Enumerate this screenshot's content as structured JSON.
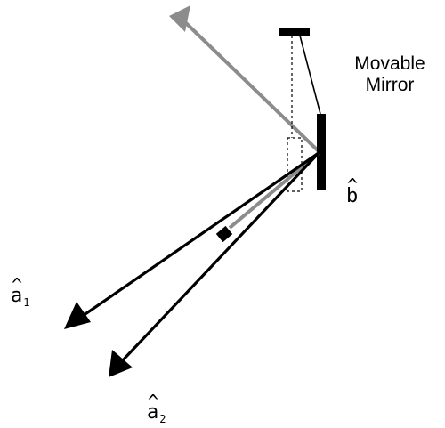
{
  "labels": {
    "mirror_line1": "Movable",
    "mirror_line2": "Mirror",
    "b_hat": {
      "hat": "^",
      "symbol": "b"
    },
    "a1_hat": {
      "hat": "^",
      "symbol": "a",
      "subscript": "1"
    },
    "a2_hat": {
      "hat": "^",
      "symbol": "a",
      "subscript": "2"
    }
  },
  "colors": {
    "black": "#000000",
    "gray": "#8c8c8c"
  }
}
